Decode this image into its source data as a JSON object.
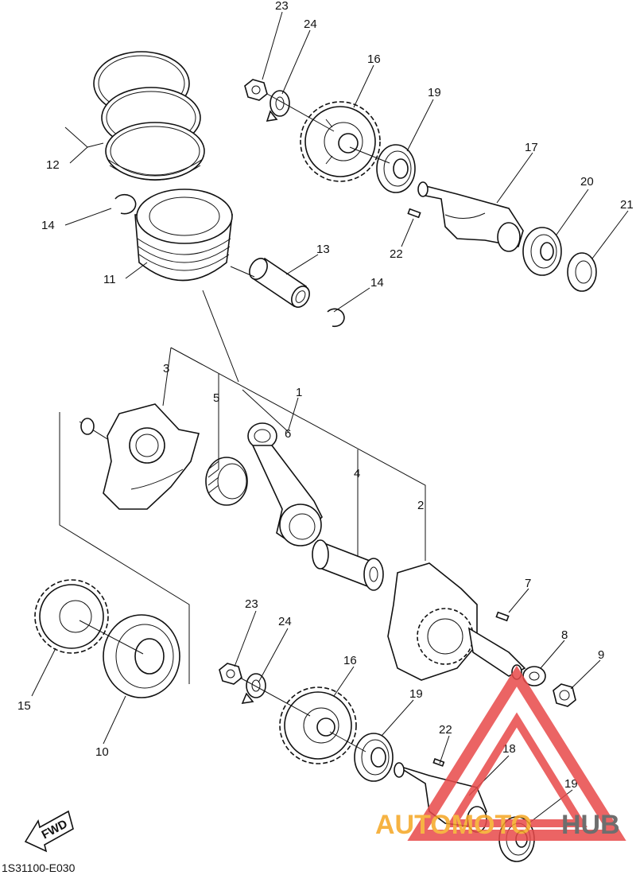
{
  "diagram": {
    "code": "1S31100-E030",
    "fwd": "FWD",
    "callouts": [
      {
        "id": "c23a",
        "text": "23"
      },
      {
        "id": "c24a",
        "text": "24"
      },
      {
        "id": "c16a",
        "text": "16"
      },
      {
        "id": "c19a",
        "text": "19"
      },
      {
        "id": "c17",
        "text": "17"
      },
      {
        "id": "c20",
        "text": "20"
      },
      {
        "id": "c21",
        "text": "21"
      },
      {
        "id": "c12",
        "text": "12"
      },
      {
        "id": "c14a",
        "text": "14"
      },
      {
        "id": "c22a",
        "text": "22"
      },
      {
        "id": "c13",
        "text": "13"
      },
      {
        "id": "c11",
        "text": "11"
      },
      {
        "id": "c14b",
        "text": "14"
      },
      {
        "id": "c3",
        "text": "3"
      },
      {
        "id": "c1",
        "text": "1"
      },
      {
        "id": "c5",
        "text": "5"
      },
      {
        "id": "c6",
        "text": "6"
      },
      {
        "id": "c4",
        "text": "4"
      },
      {
        "id": "c2",
        "text": "2"
      },
      {
        "id": "c7",
        "text": "7"
      },
      {
        "id": "c8",
        "text": "8"
      },
      {
        "id": "c9",
        "text": "9"
      },
      {
        "id": "c23b",
        "text": "23"
      },
      {
        "id": "c24b",
        "text": "24"
      },
      {
        "id": "c16b",
        "text": "16"
      },
      {
        "id": "c19b",
        "text": "19"
      },
      {
        "id": "c22b",
        "text": "22"
      },
      {
        "id": "c18",
        "text": "18"
      },
      {
        "id": "c19c",
        "text": "19"
      },
      {
        "id": "c15",
        "text": "15"
      },
      {
        "id": "c10",
        "text": "10"
      }
    ]
  },
  "watermark": {
    "brand_a": "AUTOMOTO",
    "brand_b": "HUB",
    "color_a": "#f5a623",
    "color_b": "#555555",
    "logo_color": "#e84a4a"
  }
}
